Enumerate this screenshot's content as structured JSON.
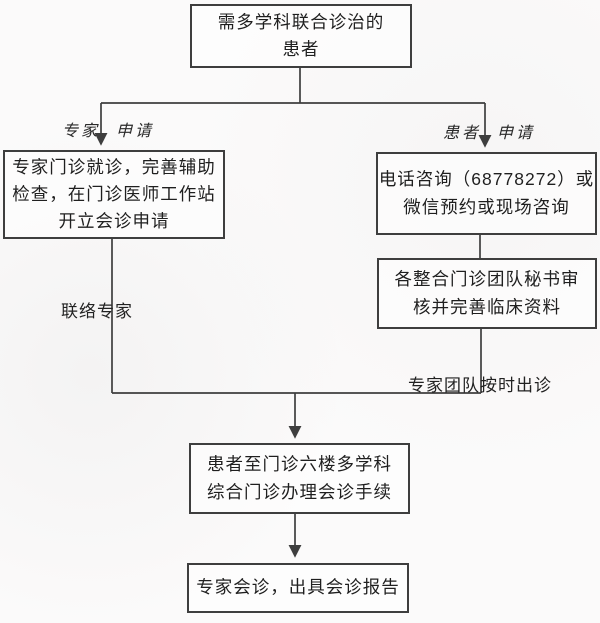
{
  "diagram": {
    "nodes": {
      "start": "需多学科联合诊治的\n患者",
      "expert_visit": "专家门诊就诊，完善辅助\n检查，在门诊医师工作站\n开立会诊申请",
      "phone_consult": "电话咨询（68778272）或\n微信预约或现场咨询",
      "secretary_review": "各整合门诊团队秘书审\n核并完善临床资料",
      "checkin": "患者至门诊六楼多学科\n综合门诊办理会诊手续",
      "report": "专家会诊，出具会诊报告"
    },
    "labels": {
      "expert": "专家",
      "expert_apply": "申请",
      "patient": "患者",
      "patient_apply": "申请",
      "contact_expert": "联络专家",
      "team_on_time": "专家团队按时出诊"
    },
    "phone_number": "68778272",
    "colors": {
      "line": "#3e3e3e",
      "text": "#1f1f1f",
      "background": "#fbfafa"
    }
  }
}
